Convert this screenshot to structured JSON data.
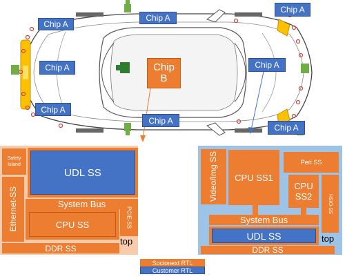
{
  "car": {
    "chip_a_label": "Chip A",
    "chip_b_label": "Chip B"
  },
  "left_soc": {
    "safety_island": "Safety Island",
    "udl_ss": "UDL SS",
    "ethernet_ss": "Ethernet-SS",
    "system_bus": "System Bus",
    "pcie_ss": "PCIE-SS",
    "cpu_ss": "CPU SS",
    "top": "top",
    "ddr_ss": "DDR SS"
  },
  "right_soc": {
    "video_img_ss": "Video/Img SS",
    "cpu_ss1": "CPU SS1",
    "peri_ss": "Peri SS",
    "cpu_ss2": "CPU SS2",
    "hsio_ss": "HSIO-SS",
    "system_bus": "System Bus",
    "udl_ss": "UDL SS",
    "top": "top",
    "ddr_ss": "DDR SS"
  },
  "legend": {
    "socionext": "Socionext RTL",
    "customer": "Customer RTL"
  },
  "colors": {
    "orange": "#ed7d31",
    "blue": "#4472c4",
    "left_bg": "#f8cbad",
    "right_bg": "#9dc3e6",
    "sensor_green": "#70ad47",
    "sensor_yellow": "#ffc000"
  }
}
